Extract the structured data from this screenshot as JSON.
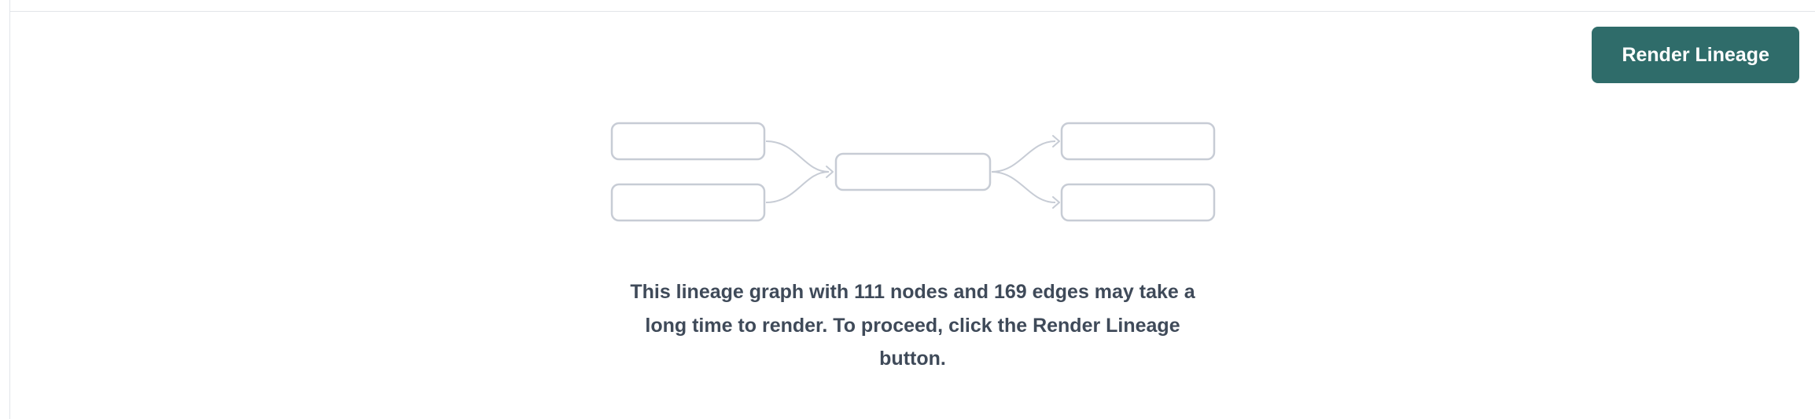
{
  "colors": {
    "accent_teal": "#2f6c6a",
    "button_text": "#ffffff",
    "panel_border": "#e2e5e9",
    "illustration_stroke": "#c7ccd5",
    "message_text": "#3f4a59",
    "background": "#ffffff"
  },
  "toolbar": {
    "render_button_label": "Render Lineage"
  },
  "empty_state": {
    "message": "This lineage graph with 111 nodes and 169 edges may take a long time to render. To proceed, click the Render Lineage button.",
    "node_count": "111",
    "edge_count": "169",
    "illustration": "lineage-graph-placeholder"
  }
}
